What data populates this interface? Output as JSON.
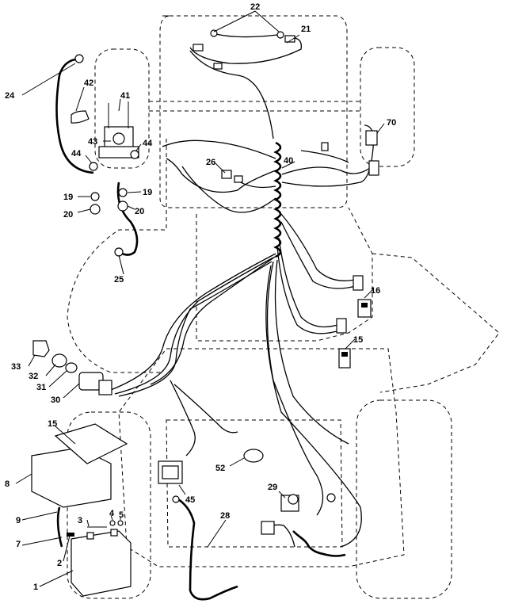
{
  "callouts": [
    {
      "id": "c1",
      "text": "1"
    },
    {
      "id": "c2",
      "text": "2"
    },
    {
      "id": "c3",
      "text": "3"
    },
    {
      "id": "c4",
      "text": "4"
    },
    {
      "id": "c5",
      "text": "5"
    },
    {
      "id": "c7",
      "text": "7"
    },
    {
      "id": "c8",
      "text": "8"
    },
    {
      "id": "c9",
      "text": "9"
    },
    {
      "id": "c15a",
      "text": "15"
    },
    {
      "id": "c15b",
      "text": "15"
    },
    {
      "id": "c16",
      "text": "16"
    },
    {
      "id": "c19a",
      "text": "19"
    },
    {
      "id": "c19b",
      "text": "19"
    },
    {
      "id": "c20a",
      "text": "20"
    },
    {
      "id": "c20b",
      "text": "20"
    },
    {
      "id": "c21",
      "text": "21"
    },
    {
      "id": "c22",
      "text": "22"
    },
    {
      "id": "c24",
      "text": "24"
    },
    {
      "id": "c25",
      "text": "25"
    },
    {
      "id": "c26",
      "text": "26"
    },
    {
      "id": "c28",
      "text": "28"
    },
    {
      "id": "c29",
      "text": "29"
    },
    {
      "id": "c30",
      "text": "30"
    },
    {
      "id": "c31",
      "text": "31"
    },
    {
      "id": "c32",
      "text": "32"
    },
    {
      "id": "c33",
      "text": "33"
    },
    {
      "id": "c40",
      "text": "40"
    },
    {
      "id": "c41",
      "text": "41"
    },
    {
      "id": "c42",
      "text": "42"
    },
    {
      "id": "c43",
      "text": "43"
    },
    {
      "id": "c44a",
      "text": "44"
    },
    {
      "id": "c44b",
      "text": "44"
    },
    {
      "id": "c45",
      "text": "45"
    },
    {
      "id": "c52",
      "text": "52"
    },
    {
      "id": "c70",
      "text": "70"
    }
  ]
}
